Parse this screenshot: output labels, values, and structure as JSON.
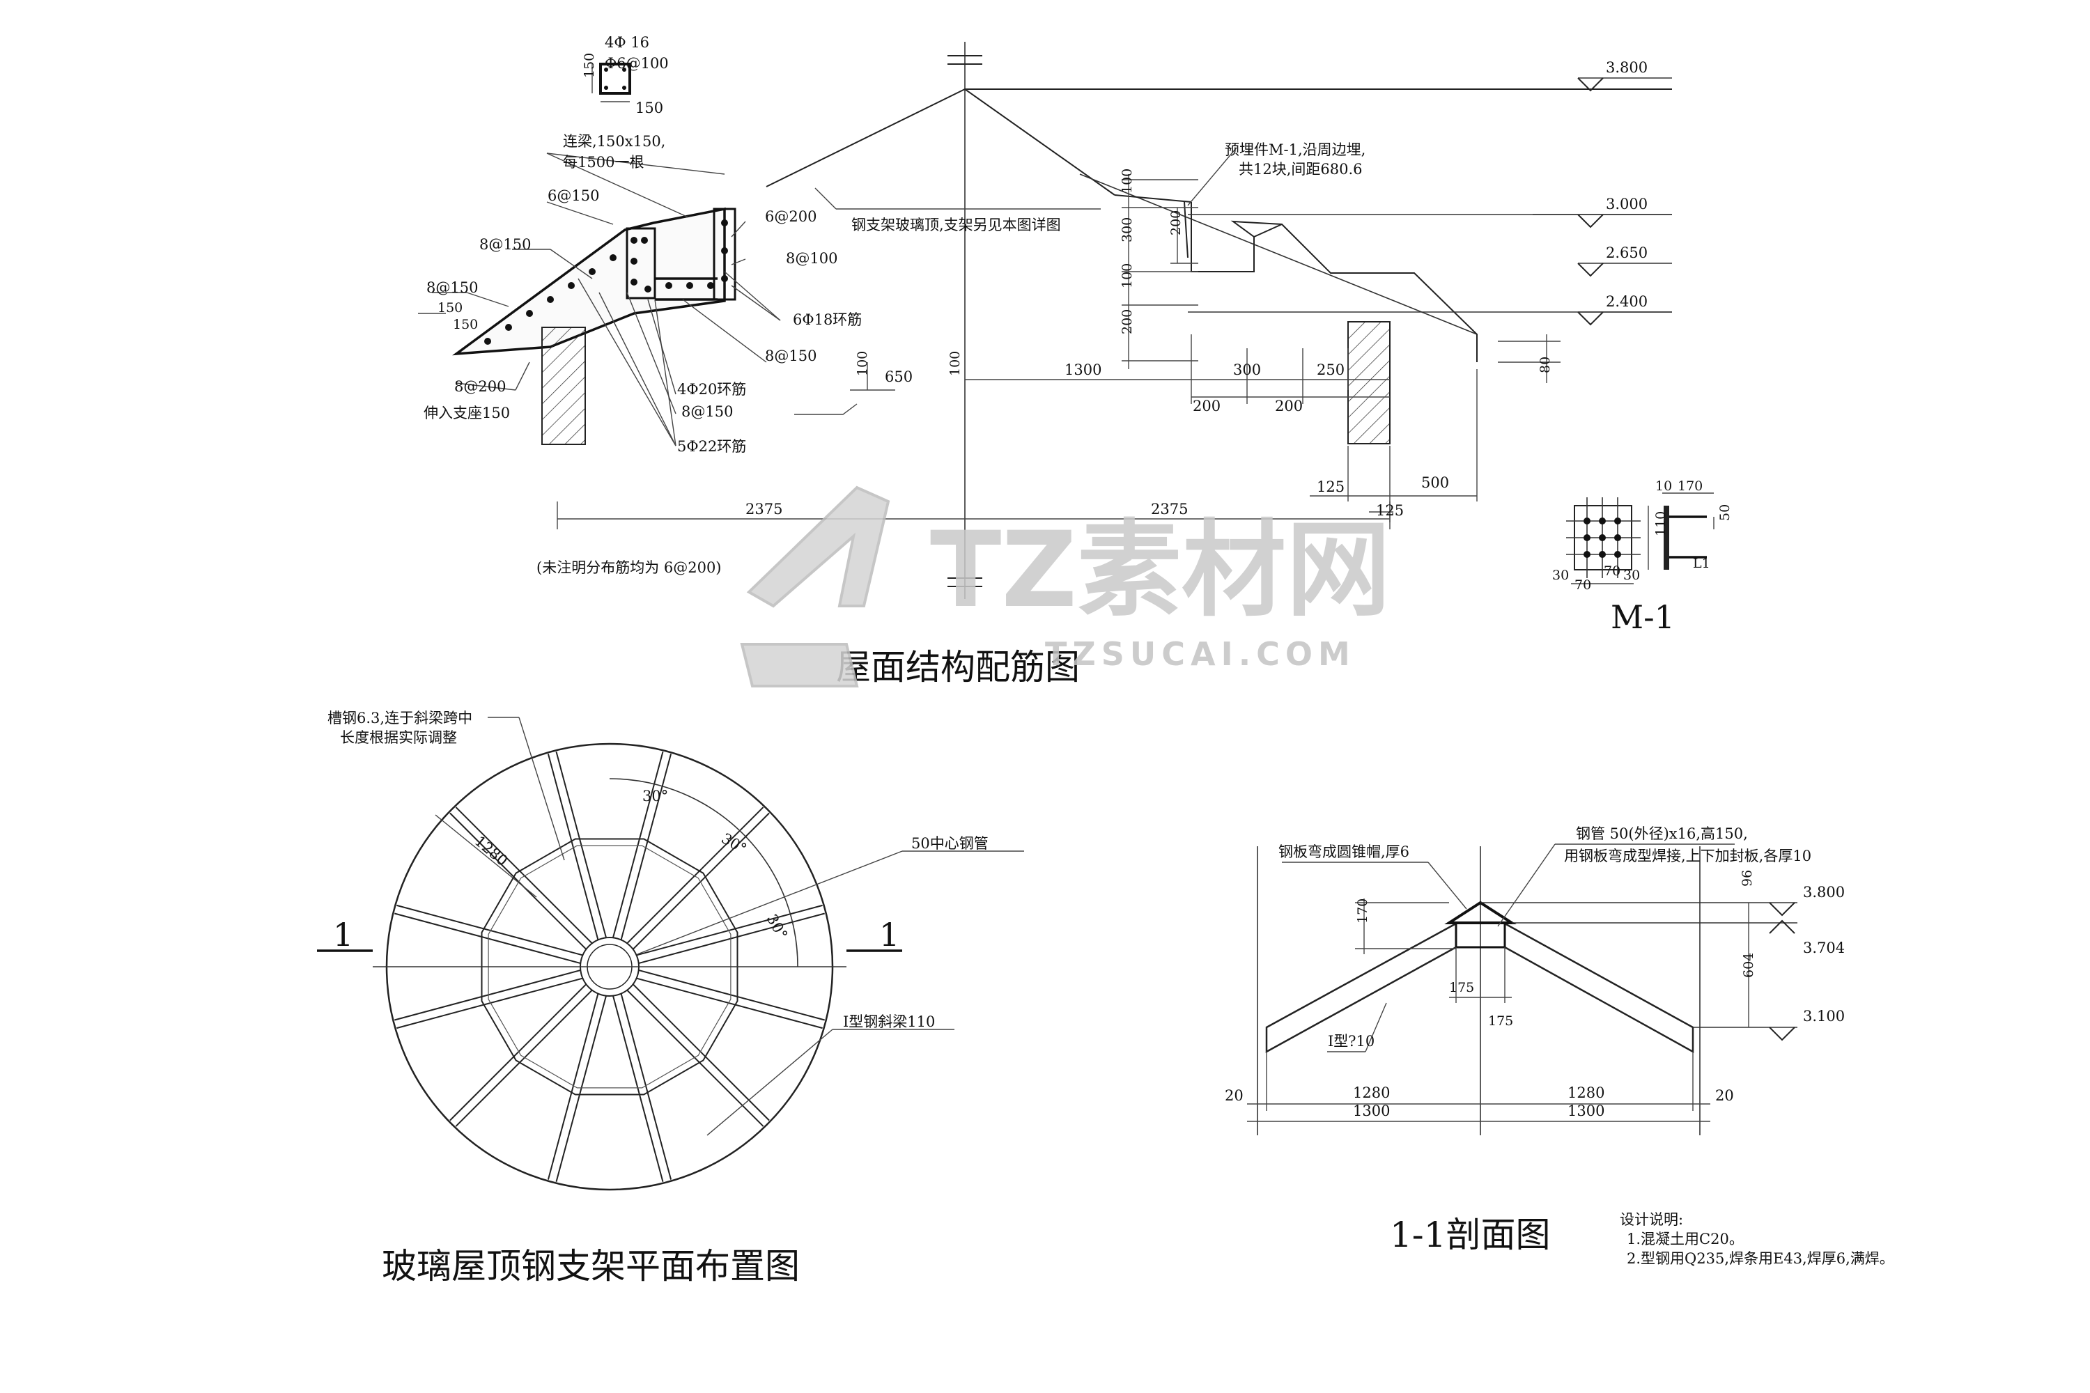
{
  "titles": {
    "roof": "屋面结构配筋图",
    "plan": "玻璃屋顶钢支架平面布置图",
    "section": "1-1剖面图",
    "m1": "M-1"
  },
  "watermark": {
    "main": "TZ素材网",
    "sub": "TZSUCAI.COM"
  },
  "roof": {
    "bar_top": "4Φ 16",
    "stirrup_top": "Φ6@100",
    "col_w": "150",
    "col_h": "150",
    "beam_label_1": "连梁,150x150,",
    "beam_label_2": "每1500一根",
    "glass_note": "钢支架玻璃顶,支架另见本图详图",
    "embed_1": "预埋件M-1,沿周边埋,",
    "embed_2": "共12块,间距680.6",
    "r_6_150": "6@150",
    "r_8_150a": "8@150",
    "r_8_150b": "8@150",
    "r_8_200": "8@200",
    "r_support": "伸入支座150",
    "r_6_200": "6@200",
    "r_8_100": "8@100",
    "r_6_18": "6Φ18环筋",
    "r_8_150c": "8@150",
    "r_4_20": "4Φ20环筋",
    "r_8_150d": "8@150",
    "r_5_22": "5Φ22环筋",
    "r_small_150a": "150",
    "r_small_150b": "150",
    "el_1": "3.800",
    "el_2": "3.000",
    "el_3": "2.650",
    "el_4": "2.400",
    "d_100a": "100",
    "d_200a": "200",
    "d_300a": "300",
    "d_100b": "100",
    "d_200b": "200",
    "d_1300": "1300",
    "d_300b": "300",
    "d_250": "250",
    "d_200c": "200",
    "d_200d": "200",
    "d_80": "80",
    "d_125a": "125",
    "d_125b": "125",
    "d_500": "500",
    "d_650": "650",
    "d_100c": "100",
    "d_100d": "100",
    "d_2375a": "2375",
    "d_2375b": "2375",
    "note": "(未注明分布筋均为 6@200)"
  },
  "m1": {
    "d10": "10",
    "d170": "170",
    "d30a": "30",
    "d70a": "70",
    "d70b": "70",
    "d30b": "30",
    "d110": "110",
    "d50": "50",
    "d_l1": "L1"
  },
  "plan": {
    "channel_1": "槽钢6.3,连于斜梁跨中",
    "channel_2": "长度根据实际调整",
    "r1280": "1280",
    "a1": "30°",
    "a2": "30°",
    "a3": "30°",
    "pipe": "50中心钢管",
    "ibeam": "I型钢斜梁110",
    "sec_left": "1",
    "sec_right": "1"
  },
  "section": {
    "cone": "钢板弯成圆锥帽,厚6",
    "pipe_1": "钢管  50(外径)x16,高150,",
    "pipe_2": "用钢板弯成型焊接,上下加封板,各厚10",
    "d170": "170",
    "d96": "96",
    "d604": "604",
    "d175a": "175",
    "d175b": "175",
    "el_1": "3.800",
    "el_2": "3.704",
    "el_3": "3.100",
    "ibeam": "I型?10",
    "d1280a": "1280",
    "d1280b": "1280",
    "d1300a": "1300",
    "d1300b": "1300",
    "d20a": "20",
    "d20b": "20"
  },
  "design": {
    "title": "设计说明:",
    "n1": "1.混凝土用C20。",
    "n2": "2.型钢用Q235,焊条用E43,焊厚6,满焊。"
  }
}
